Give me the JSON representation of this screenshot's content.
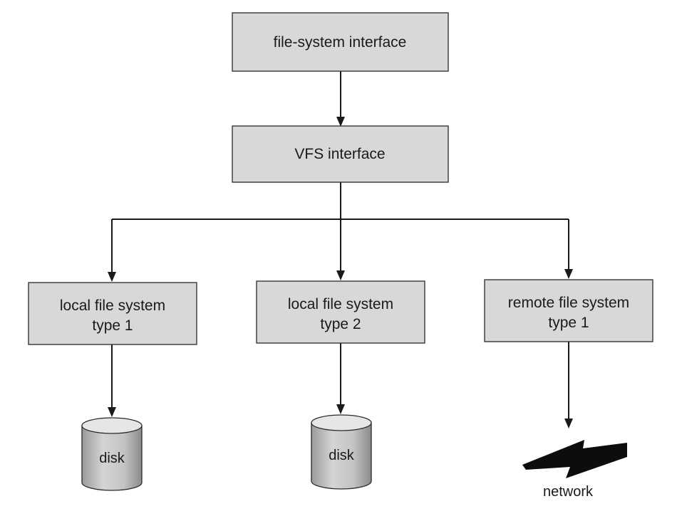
{
  "nodes": {
    "fs_interface": {
      "label": "file-system interface"
    },
    "vfs_interface": {
      "label": "VFS interface"
    },
    "local_fs_1": {
      "line1": "local file system",
      "line2": "type 1"
    },
    "local_fs_2": {
      "line1": "local file system",
      "line2": "type 2"
    },
    "remote_fs_1": {
      "line1": "remote file system",
      "line2": "type 1"
    }
  },
  "disk_1": {
    "label": "disk"
  },
  "disk_2": {
    "label": "disk"
  },
  "network": {
    "label": "network",
    "icon": "lightning-bolt-icon"
  },
  "colors": {
    "box_fill": "#d8d8d8",
    "stroke": "#1a1a1a",
    "disk_fill": "#cfcfcf"
  }
}
